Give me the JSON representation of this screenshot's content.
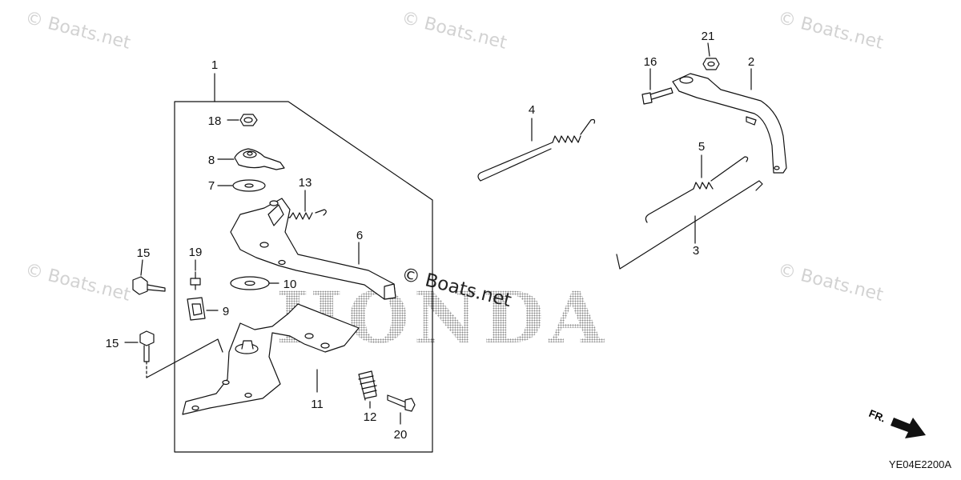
{
  "watermark": "© Boats.net",
  "brand": "HONDA",
  "diagram_code": "YE04E2200A",
  "direction_label": "FR.",
  "callouts": [
    "1",
    "2",
    "3",
    "4",
    "5",
    "6",
    "7",
    "8",
    "9",
    "10",
    "11",
    "12",
    "13",
    "15",
    "15",
    "16",
    "18",
    "19",
    "20",
    "21"
  ],
  "parts": {
    "p1": "1",
    "p2": "2",
    "p3": "3",
    "p4": "4",
    "p5": "5",
    "p6": "6",
    "p7": "7",
    "p8": "8",
    "p9": "9",
    "p10": "10",
    "p11": "11",
    "p12": "12",
    "p13": "13",
    "p15a": "15",
    "p15b": "15",
    "p16": "16",
    "p18": "18",
    "p19": "19",
    "p20": "20",
    "p21": "21"
  }
}
